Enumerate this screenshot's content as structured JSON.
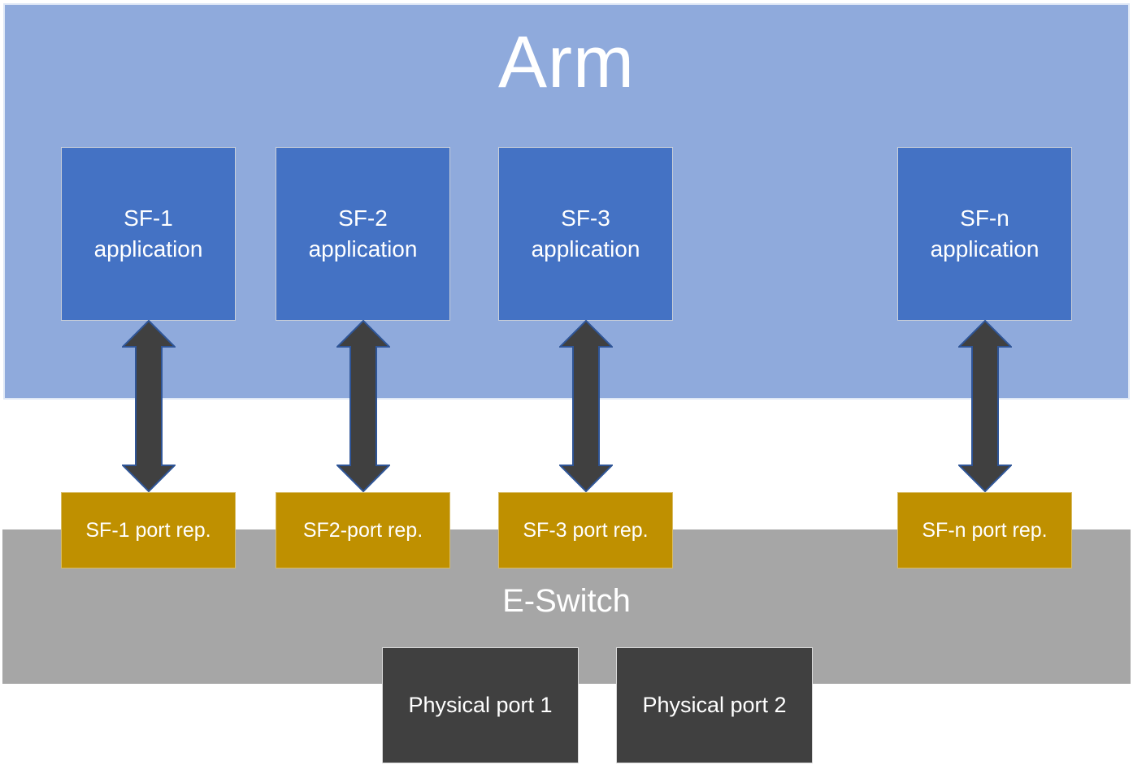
{
  "arm_region": {
    "label": "Arm"
  },
  "columns": [
    {
      "app_line1": "SF-1",
      "app_line2": "application",
      "port_rep": "SF-1 port rep."
    },
    {
      "app_line1": "SF-2",
      "app_line2": "application",
      "port_rep": "SF2-port rep."
    },
    {
      "app_line1": "SF-3",
      "app_line2": "application",
      "port_rep": "SF-3 port rep."
    },
    {
      "app_line1": "SF-n",
      "app_line2": "application",
      "port_rep": "SF-n port rep."
    }
  ],
  "eswitch": {
    "label": "E-Switch"
  },
  "physical_ports": [
    {
      "label": "Physical port 1"
    },
    {
      "label": "Physical port 2"
    }
  ],
  "colors": {
    "arm_bg": "#8FAADC",
    "app_bg": "#4472C4",
    "port_rep_bg": "#BF9000",
    "eswitch_bg": "#A6A6A6",
    "physical_port_bg": "#404040",
    "arrow_fill": "#404040",
    "arrow_outline": "#2F5597",
    "text": "#FFFFFF"
  }
}
